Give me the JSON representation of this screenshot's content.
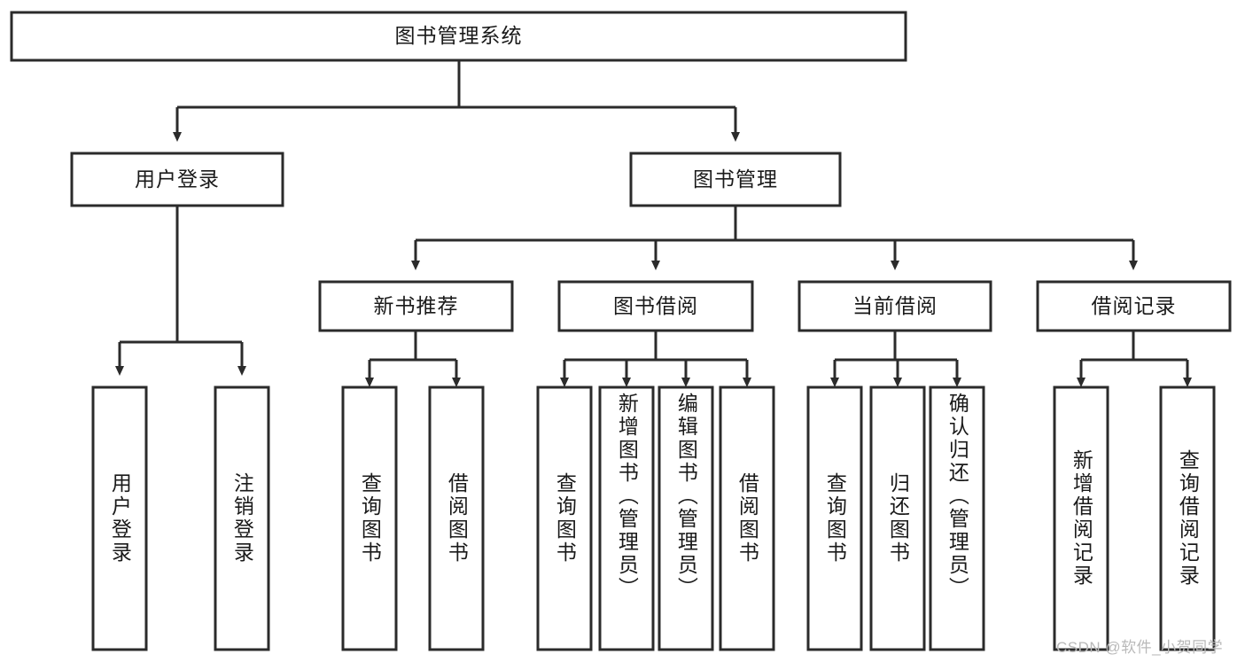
{
  "diagram": {
    "type": "tree-hierarchy",
    "orientation": "top-down",
    "title": "图书管理系统",
    "root": {
      "id": "root",
      "label": "图书管理系统"
    },
    "level2": [
      {
        "id": "user-login",
        "label": "用户登录"
      },
      {
        "id": "book-manage",
        "label": "图书管理"
      }
    ],
    "level3": [
      {
        "id": "new-book-recommend",
        "label": "新书推荐",
        "parent": "book-manage"
      },
      {
        "id": "book-borrow",
        "label": "图书借阅",
        "parent": "book-manage"
      },
      {
        "id": "current-borrow",
        "label": "当前借阅",
        "parent": "book-manage"
      },
      {
        "id": "borrow-record",
        "label": "借阅记录",
        "parent": "book-manage"
      }
    ],
    "leaves": [
      {
        "id": "leaf-user-login",
        "label": "用户登录",
        "parent": "user-login"
      },
      {
        "id": "leaf-user-logout",
        "label": "注销登录",
        "parent": "user-login"
      },
      {
        "id": "leaf-query-book-1",
        "label": "查询图书",
        "parent": "new-book-recommend"
      },
      {
        "id": "leaf-borrow-book-1",
        "label": "借阅图书",
        "parent": "new-book-recommend"
      },
      {
        "id": "leaf-query-book-2",
        "label": "查询图书",
        "parent": "book-borrow"
      },
      {
        "id": "leaf-add-book",
        "label": "新增图书（管理员）",
        "parent": "book-borrow"
      },
      {
        "id": "leaf-edit-book",
        "label": "编辑图书（管理员）",
        "parent": "book-borrow"
      },
      {
        "id": "leaf-borrow-book-2",
        "label": "借阅图书",
        "parent": "book-borrow"
      },
      {
        "id": "leaf-query-book-3",
        "label": "查询图书",
        "parent": "current-borrow"
      },
      {
        "id": "leaf-return-book",
        "label": "归还图书",
        "parent": "current-borrow"
      },
      {
        "id": "leaf-confirm-return",
        "label": "确认归还（管理员）",
        "parent": "current-borrow"
      },
      {
        "id": "leaf-add-record",
        "label": "新增借阅记录",
        "parent": "borrow-record"
      },
      {
        "id": "leaf-query-record",
        "label": "查询借阅记录",
        "parent": "borrow-record"
      }
    ],
    "colors": {
      "stroke": "#2b2b2b",
      "fill": "#ffffff",
      "text": "#1a1a1a",
      "watermark": "#b9b9b9"
    }
  },
  "watermark": {
    "text": "CSDN @软件_小贺同学"
  }
}
